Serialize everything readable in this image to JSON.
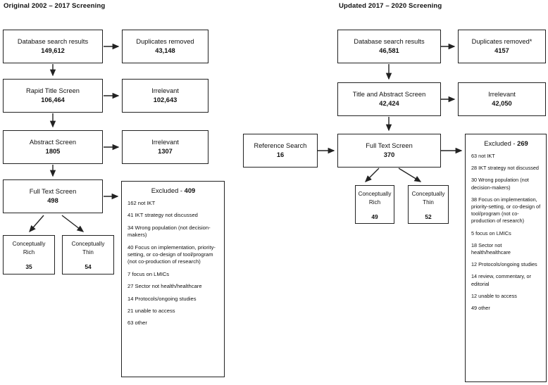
{
  "panels": {
    "left": {
      "title": "Original 2002 – 2017 Screening",
      "boxes": {
        "database": {
          "label": "Database search results",
          "value": "149,612"
        },
        "duplicates": {
          "label": "Duplicates removed",
          "value": "43,148"
        },
        "title_screen": {
          "label": "Rapid Title Screen",
          "value": "106,464"
        },
        "irrelevant1": {
          "label": "Irrelevant",
          "value": "102,643"
        },
        "abstract_screen": {
          "label": "Abstract Screen",
          "value": "1805"
        },
        "irrelevant2": {
          "label": "Irrelevant",
          "value": "1307"
        },
        "full_text": {
          "label": "Full Text Screen",
          "value": "498"
        },
        "rich": {
          "label_line1": "Conceptually",
          "label_line2": "Rich",
          "value": "35"
        },
        "thin": {
          "label_line1": "Conceptually",
          "label_line2": "Thin",
          "value": "54"
        }
      },
      "excluded": {
        "head_label": "Excluded - ",
        "head_value": "409",
        "reasons": [
          "162 not IKT",
          "41 IKT strategy not discussed",
          "34 Wrong population (not decision-makers)",
          "40 Focus on implementation, priority-setting, or co-design of tool/program (not co-production of research)",
          "7 focus on LMICs",
          "27 Sector not health/healthcare",
          "14 Protocols/ongoing studies",
          "21 unable to access",
          "63 other"
        ]
      }
    },
    "right": {
      "title": "Updated 2017 – 2020 Screening",
      "boxes": {
        "database": {
          "label": "Database search results",
          "value": "46,581"
        },
        "duplicates": {
          "label": "Duplicates removed*",
          "value": "4157"
        },
        "title_abstract_screen": {
          "label": "Title and Abstract Screen",
          "value": "42,424"
        },
        "irrelevant1": {
          "label": "Irrelevant",
          "value": "42,050"
        },
        "reference_search": {
          "label": "Reference Search",
          "value": "16"
        },
        "full_text": {
          "label": "Full Text Screen",
          "value": "370"
        },
        "rich": {
          "label_line1": "Conceptually",
          "label_line2": "Rich",
          "value": "49"
        },
        "thin": {
          "label_line1": "Conceptually",
          "label_line2": "Thin",
          "value": "52"
        }
      },
      "excluded": {
        "head_label": "Excluded - ",
        "head_value": "269",
        "reasons": [
          "63 not IKT",
          "28 IKT strategy not discussed",
          "30 Wrong population (not decision-makers)",
          "38 Focus on implementation, priority-setting, or co-design of tool/program (not co-production of research)",
          "5 focus on LMICs",
          "18 Sector not health/healthcare",
          "12 Protocols/ongoing studies",
          "14 review, commentary, or editorial",
          "12 unable to access",
          "49 other"
        ]
      }
    }
  },
  "colors": {
    "stroke": "#222222",
    "background": "#ffffff",
    "text": "#111111"
  }
}
